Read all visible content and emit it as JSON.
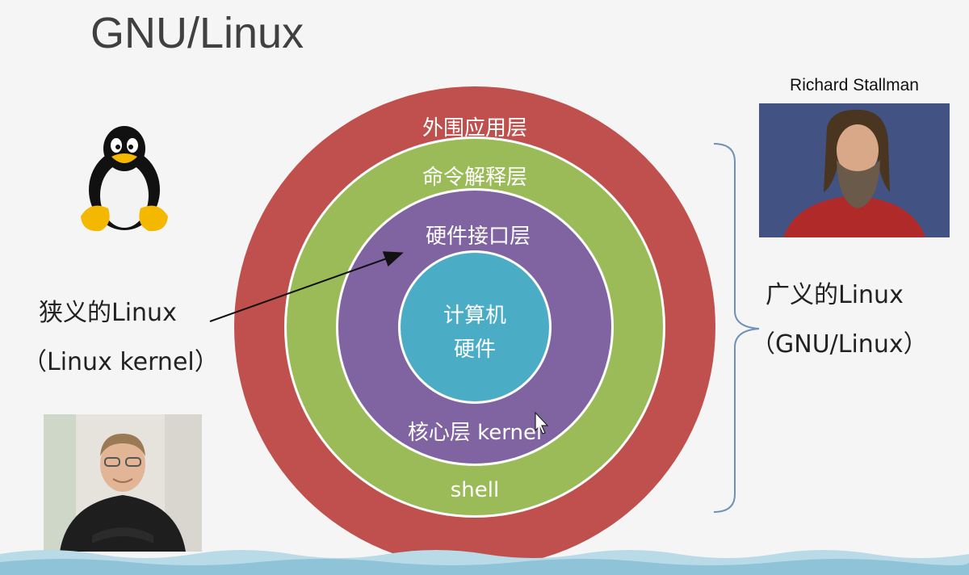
{
  "slide": {
    "title": "GNU/Linux"
  },
  "diagram": {
    "layers": [
      {
        "label": "外围应用层",
        "color": "#c0504d"
      },
      {
        "label": "命令解释层",
        "color": "#9bbb59"
      },
      {
        "label": "硬件接口层",
        "color": "#8064a2"
      },
      {
        "label_line1": "计算机",
        "label_line2": "硬件",
        "color": "#4bacc6"
      }
    ],
    "kernel_label": "核心层 kernel",
    "shell_label": "shell"
  },
  "narrow": {
    "line1": "狭义的Linux",
    "line2": "（Linux kernel）"
  },
  "broad": {
    "line1": "广义的Linux",
    "line2": "（GNU/Linux）"
  },
  "photo_right": {
    "caption": "Richard Stallman"
  },
  "icons": {
    "penguin": "tux-penguin-icon",
    "cursor": "mouse-cursor-icon"
  }
}
